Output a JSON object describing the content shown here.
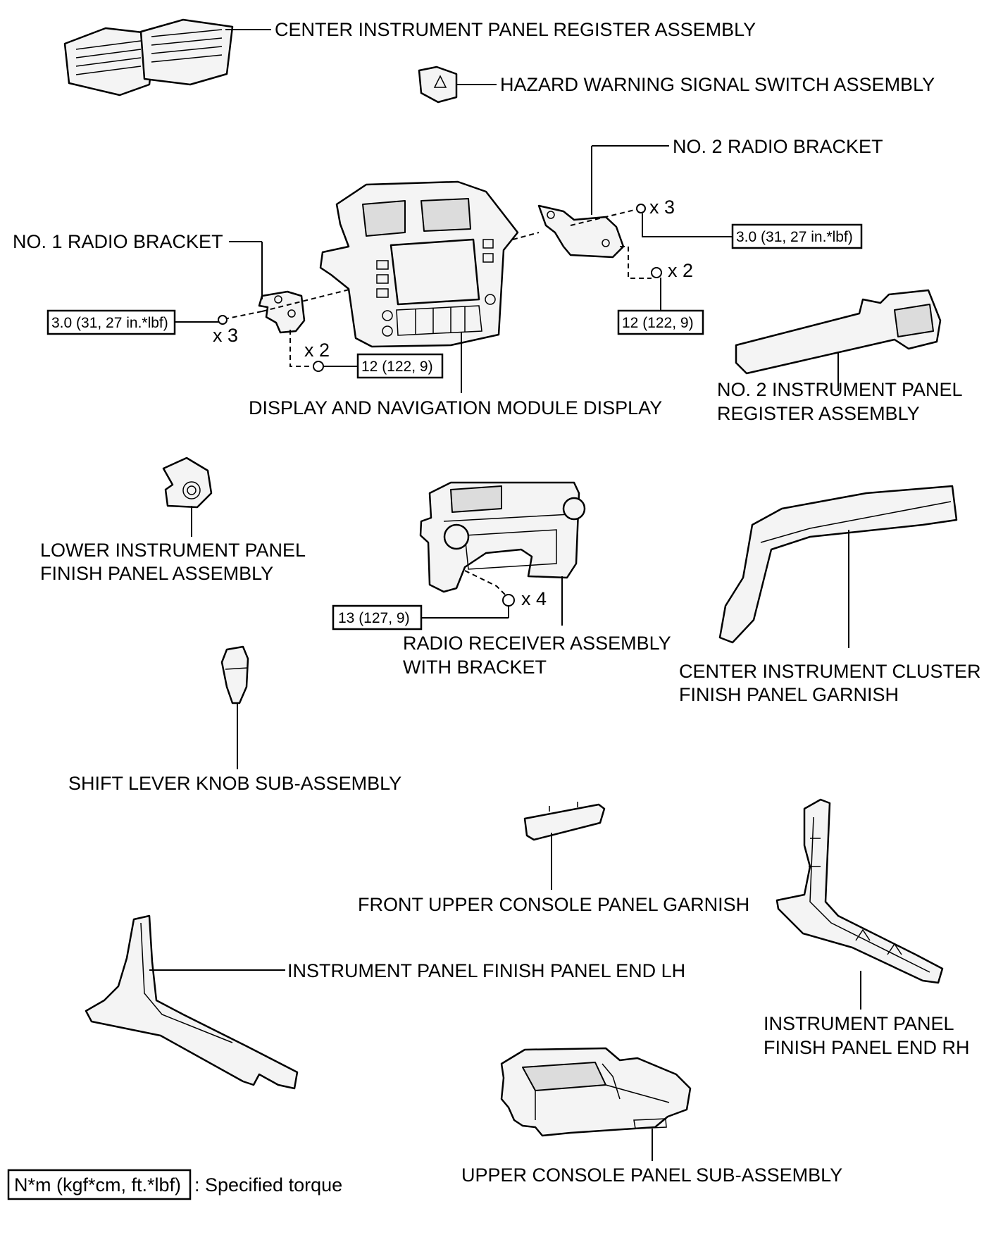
{
  "parts": {
    "center_register": "CENTER INSTRUMENT PANEL REGISTER ASSEMBLY",
    "hazard_switch": "HAZARD WARNING SIGNAL SWITCH ASSEMBLY",
    "no2_radio_bracket": "NO. 2 RADIO BRACKET",
    "no1_radio_bracket": "NO. 1 RADIO BRACKET",
    "display_nav": "DISPLAY AND NAVIGATION MODULE DISPLAY",
    "no2_register_l1": "NO. 2 INSTRUMENT PANEL",
    "no2_register_l2": "REGISTER ASSEMBLY",
    "lower_finish_l1": "LOWER INSTRUMENT PANEL",
    "lower_finish_l2": "FINISH PANEL ASSEMBLY",
    "radio_receiver_l1": "RADIO RECEIVER ASSEMBLY",
    "radio_receiver_l2": "WITH BRACKET",
    "cluster_garnish_l1": "CENTER INSTRUMENT CLUSTER",
    "cluster_garnish_l2": "FINISH PANEL GARNISH",
    "shift_knob": "SHIFT LEVER KNOB SUB-ASSEMBLY",
    "front_console_garnish": "FRONT UPPER CONSOLE PANEL GARNISH",
    "end_lh": "INSTRUMENT PANEL FINISH PANEL END LH",
    "end_rh_l1": "INSTRUMENT PANEL",
    "end_rh_l2": "FINISH PANEL END RH",
    "upper_console": "UPPER CONSOLE PANEL SUB-ASSEMBLY"
  },
  "torques": {
    "t1": "3.0 (31, 27 in.*lbf)",
    "t2": "12 (122, 9)",
    "t3": "3.0 (31, 27 in.*lbf)",
    "t4": "12 (122, 9)",
    "t5": "13 (127, 9)"
  },
  "quantities": {
    "q1": "x 3",
    "q2": "x 2",
    "q3": "x 3",
    "q4": "x 2",
    "q5": "x 4"
  },
  "legend": {
    "box": "N*m (kgf*cm, ft.*lbf)",
    "text": ": Specified torque"
  }
}
